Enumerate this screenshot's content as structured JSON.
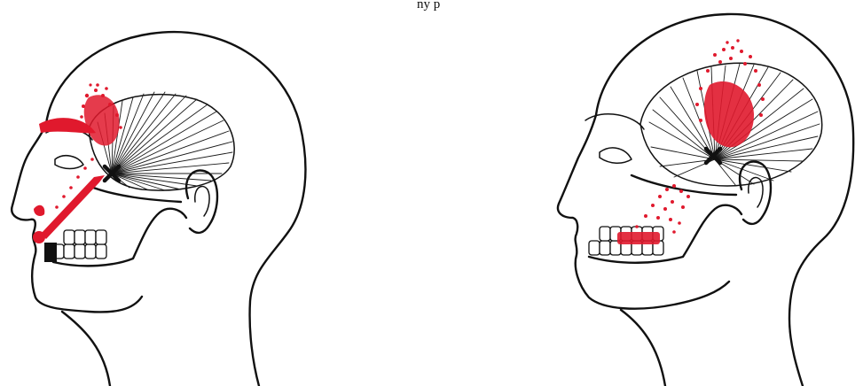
{
  "caption_fragment": "ny p",
  "figures": [
    {
      "view": "left-head",
      "trigger_point_marker": "x-mark",
      "referred_pain": "red-dot-pattern"
    },
    {
      "view": "right-head",
      "trigger_point_marker": "x-mark",
      "referred_pain": "red-dot-pattern"
    }
  ],
  "colors": {
    "ink": "#111111",
    "referred_pain": "#e0192d",
    "background": "#ffffff"
  }
}
